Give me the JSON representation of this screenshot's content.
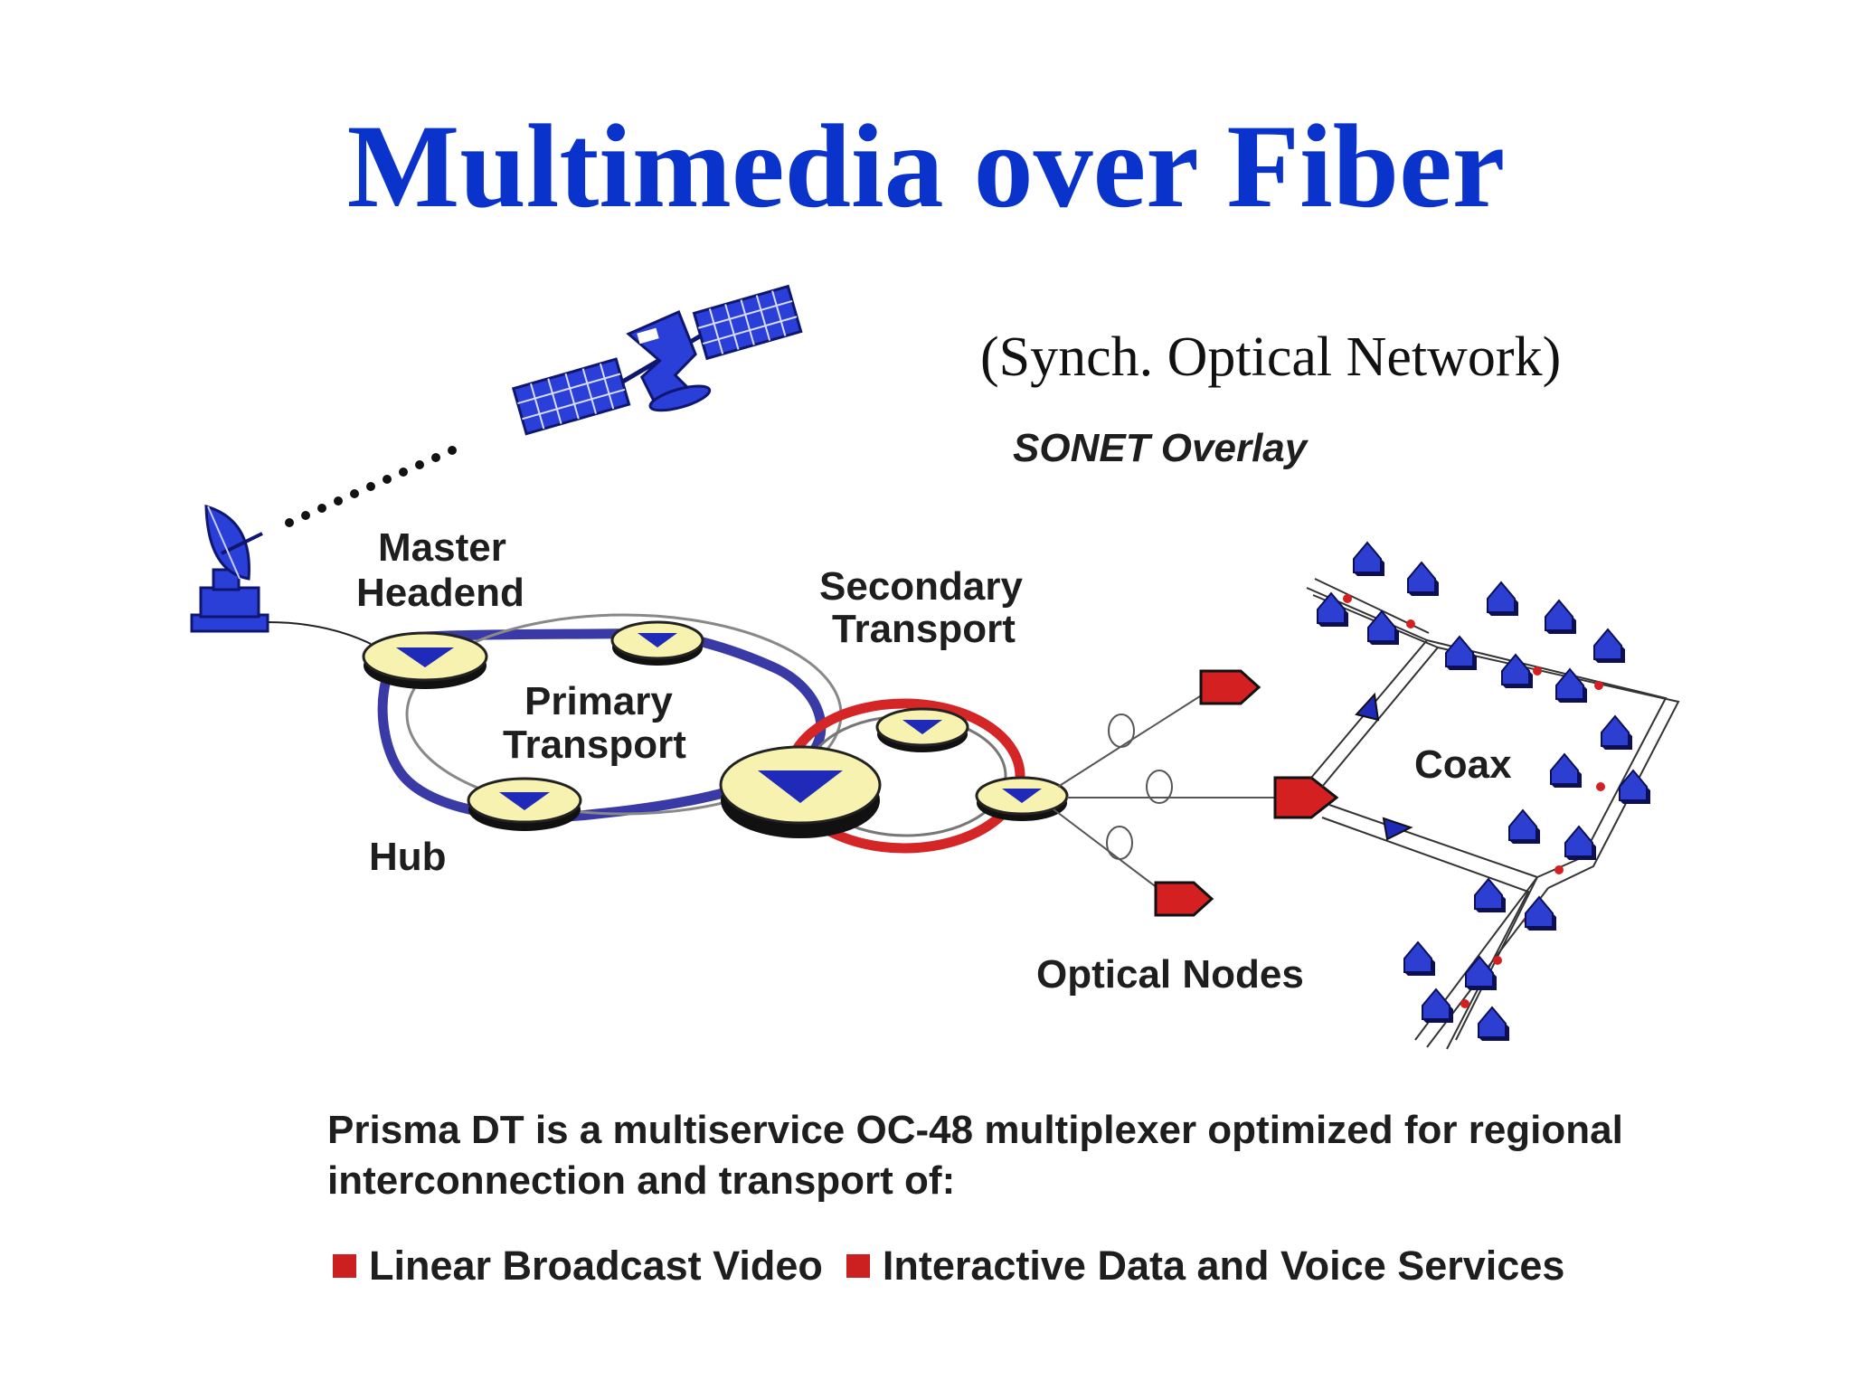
{
  "slide": {
    "title": "Multimedia over Fiber",
    "subtitle": "(Synch. Optical Network)"
  },
  "diagram": {
    "labels": {
      "overlay": "SONET Overlay",
      "master_headend_line1": "Master",
      "master_headend_line2": "Headend",
      "secondary_line1": "Secondary",
      "secondary_line2": "Transport",
      "primary_line1": "Primary",
      "primary_line2": "Transport",
      "hub": "Hub",
      "coax": "Coax",
      "optical_nodes": "Optical Nodes"
    },
    "colors": {
      "primary_ring": "#3a3aa6",
      "secondary_ring": "#d42626",
      "node_fill": "#f7f2b0",
      "node_triangle": "#1f2ab8",
      "optical_node": "#d42020",
      "house": "#2d3fd0"
    },
    "icons": [
      "satellite-icon",
      "satellite-dish-icon",
      "house-icon",
      "optical-node-icon"
    ]
  },
  "caption": {
    "text": "Prisma DT is a multiservice OC-48 multiplexer optimized for regional interconnection and transport of:",
    "bullets": [
      "Linear Broadcast Video",
      "Interactive Data and Voice Services"
    ]
  }
}
